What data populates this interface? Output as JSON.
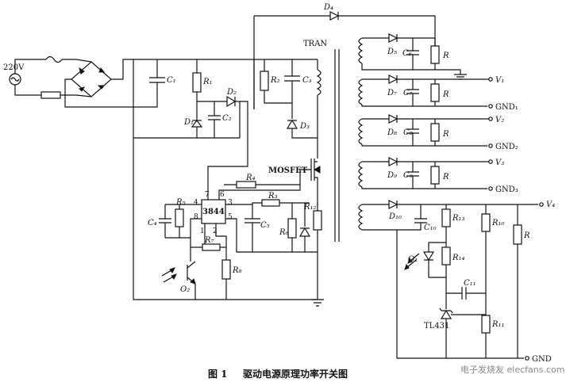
{
  "caption": {
    "figure_no": "图 1",
    "title": "驱动电源原理功率开关图"
  },
  "input": {
    "voltage": "220V"
  },
  "transformer": {
    "label": "TRAN"
  },
  "switch": {
    "label": "MOSFET"
  },
  "ic": {
    "name": "3844",
    "pins": {
      "p1": "1",
      "p2": "2",
      "p3": "3",
      "p4": "4",
      "p5": "5",
      "p6": "6",
      "p7": "7",
      "p8": "8"
    }
  },
  "primary_labels": {
    "C1": "C₁",
    "R1": "R₁",
    "D2": "D₂",
    "D1": "D₁",
    "C2": "C₂",
    "R2": "R₂",
    "C3": "C₃",
    "D3": "D₃",
    "D4": "D₄",
    "R4": "R₄",
    "R3": "R₃",
    "C4": "C₄",
    "R5": "R₅",
    "C5": "C₅",
    "R6": "R₆",
    "R12": "R₁₂",
    "R7": "R₇",
    "R8": "R₈",
    "O2": "O₂"
  },
  "secondary_labels": {
    "D5": "D₅",
    "C6": "C₆",
    "R_top": "R",
    "D7": "D₇",
    "C7": "C₇",
    "R_v1": "R",
    "V1": "V₁",
    "GND1": "GND₁",
    "D8": "D₈",
    "C8": "C₈",
    "R_v2": "R",
    "V2": "V₂",
    "GND2": "GND₂",
    "D9": "D₉",
    "C9": "C₉",
    "R_v3": "R",
    "V3": "V₃",
    "GND3": "GND₃",
    "D10": "D₁₀",
    "C10": "C₁₀",
    "R13": "R₁₃",
    "R10": "R₁₀",
    "R_v4": "R",
    "V4": "V₄",
    "O1": "O₁",
    "R14": "R₁₄",
    "C11": "C₁₁",
    "TL431": "TL431",
    "R11": "R₁₁",
    "GND": "GND"
  },
  "watermark": "电子发烧友 elecfans.com"
}
